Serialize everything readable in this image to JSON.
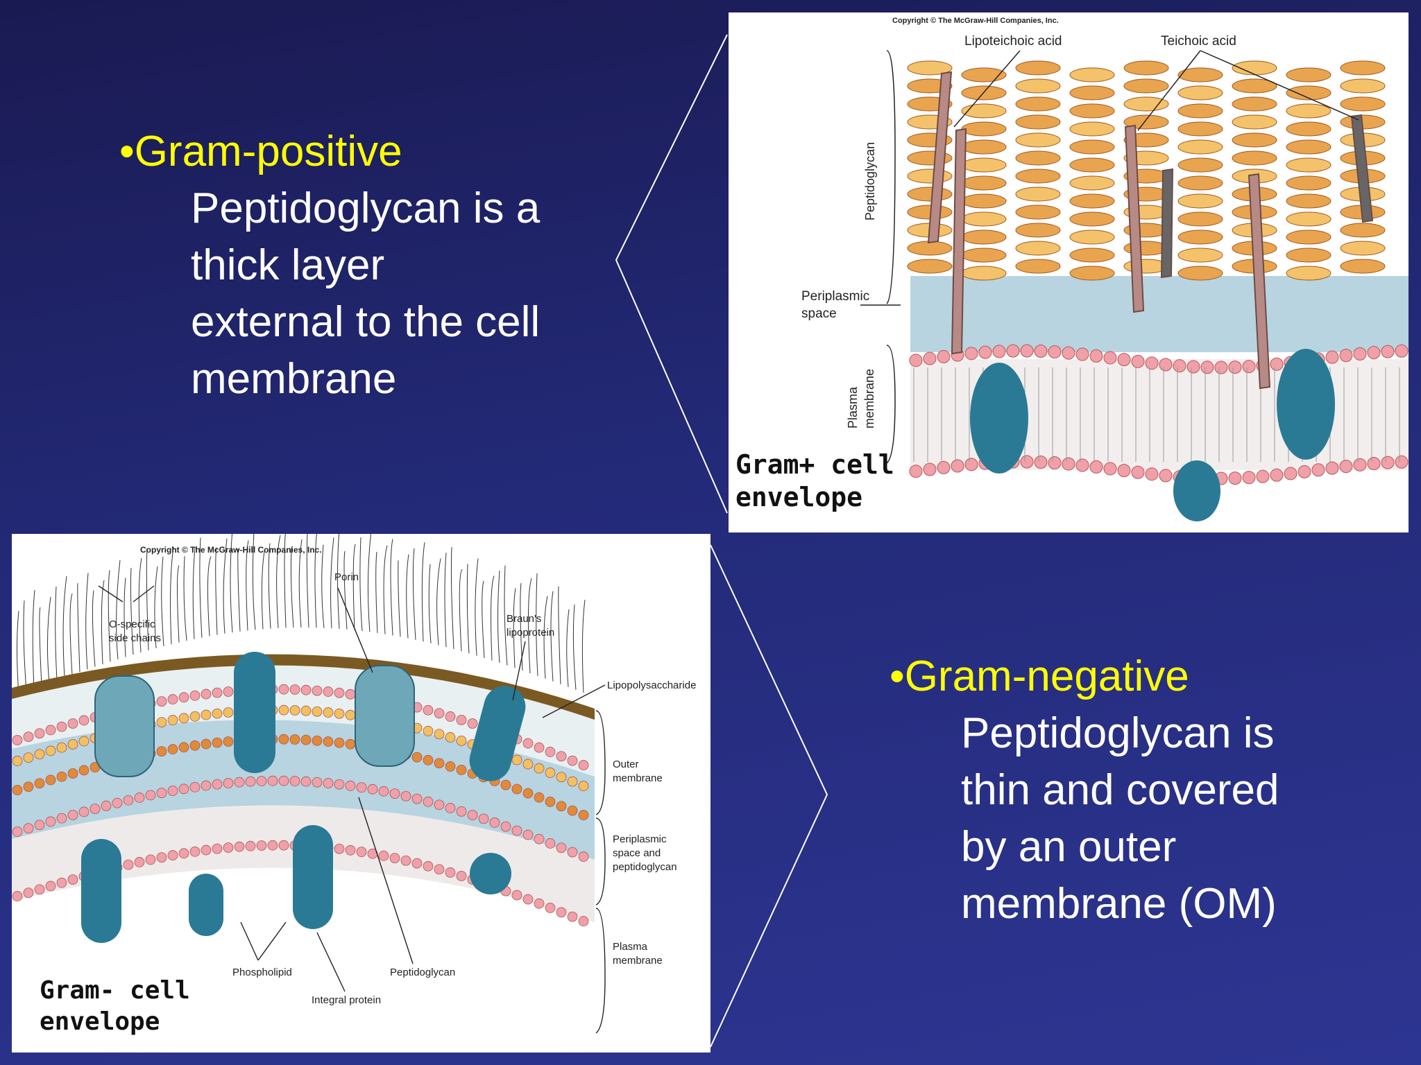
{
  "gram_positive": {
    "bullet": "•Gram-positive",
    "body_lines": [
      "Peptidoglycan is a",
      "thick layer",
      "external to the cell",
      "membrane"
    ]
  },
  "gram_negative": {
    "bullet": "•Gram-negative",
    "body_lines": [
      "Peptidoglycan is",
      "thin and covered",
      "by an outer",
      "membrane (OM)"
    ]
  },
  "gp_figure": {
    "copyright": "Copyright © The McGraw-Hill Companies, Inc.",
    "label_lipoteichoic": "Lipoteichoic acid",
    "label_teichoic": "Teichoic acid",
    "label_peptidoglycan": "Peptidoglycan",
    "label_periplasmic_1": "Periplasmic",
    "label_periplasmic_2": "space",
    "label_plasma_1": "Plasma",
    "label_plasma_2": "membrane",
    "caption_1": "Gram+ cell",
    "caption_2": "envelope"
  },
  "gn_figure": {
    "copyright": "Copyright © The McGraw-Hill Companies, Inc.",
    "label_porin": "Porin",
    "label_o_specific_1": "O-specific",
    "label_o_specific_2": "side chains",
    "label_brauns_1": "Braun's",
    "label_brauns_2": "lipoprotein",
    "label_lps": "Lipopolysaccharide",
    "label_outer_1": "Outer",
    "label_outer_2": "membrane",
    "label_peri_1": "Periplasmic",
    "label_peri_2": "space and",
    "label_peri_3": "peptidoglycan",
    "label_plasma_1": "Plasma",
    "label_plasma_2": "membrane",
    "label_phospholipid": "Phospholipid",
    "label_peptidoglycan": "Peptidoglycan",
    "label_integral": "Integral protein",
    "caption_1": "Gram- cell",
    "caption_2": "envelope"
  }
}
